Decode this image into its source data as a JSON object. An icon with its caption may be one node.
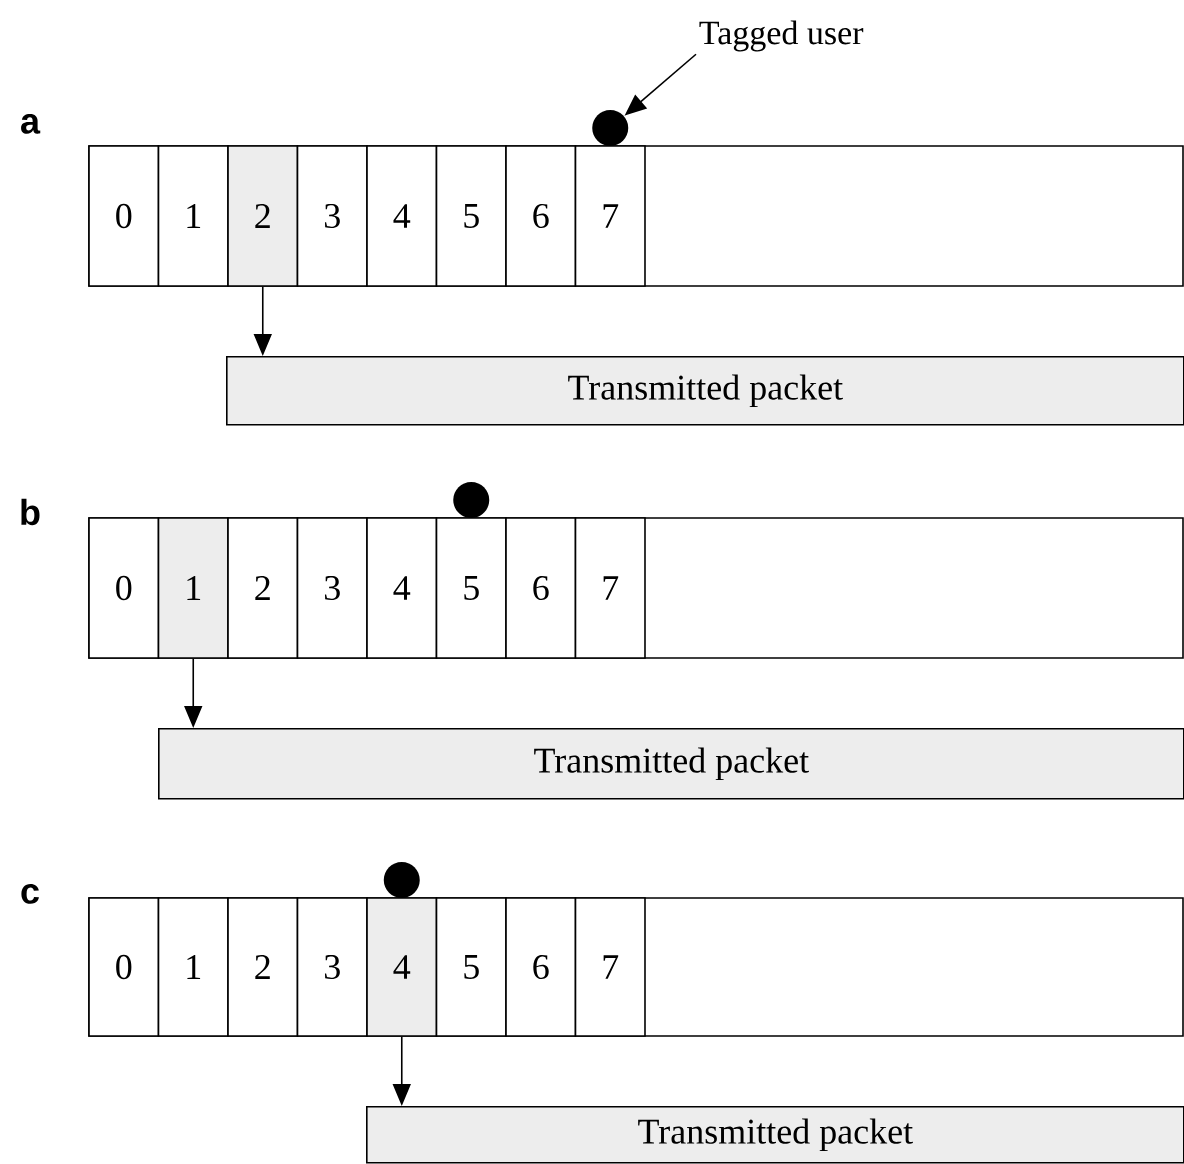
{
  "diagram": {
    "nodes": [
      {
        "text": [
          "Tagged user"
        ]
      },
      {
        "text": [],
        "shape": "circle"
      },
      {
        "text": [
          "0"
        ]
      },
      {
        "text": [
          "1"
        ]
      },
      {
        "text": [
          "2"
        ]
      },
      {
        "text": [
          "3"
        ]
      },
      {
        "text": [
          "4"
        ]
      },
      {
        "text": [
          "5"
        ]
      },
      {
        "text": [
          "6"
        ]
      },
      {
        "text": [
          "7"
        ]
      },
      {
        "text": [
          "Transmitted packet"
        ]
      },
      {
        "text": [],
        "shape": "circle"
      },
      {
        "text": [
          "0"
        ]
      },
      {
        "text": [
          "1"
        ]
      },
      {
        "text": [
          "2"
        ]
      },
      {
        "text": [
          "3"
        ]
      },
      {
        "text": [
          "4"
        ]
      },
      {
        "text": [
          "5"
        ]
      },
      {
        "text": [
          "6"
        ]
      },
      {
        "text": [
          "7"
        ]
      },
      {
        "text": [
          "Transmitted packet"
        ]
      },
      {
        "text": [],
        "shape": "circle"
      },
      {
        "text": [
          "0"
        ]
      },
      {
        "text": [
          "1"
        ]
      },
      {
        "text": [
          "2"
        ]
      },
      {
        "text": [
          "3"
        ]
      },
      {
        "text": [
          "4"
        ]
      },
      {
        "text": [
          "5"
        ]
      },
      {
        "text": [
          "6"
        ]
      },
      {
        "text": [
          "7"
        ]
      },
      {
        "text": [
          "Transmitted packet"
        ]
      }
    ],
    "edges": [
      {
        "from": 0,
        "to": 1,
        "arrow": "to"
      },
      {
        "from": 4,
        "to": 10,
        "arrow": "to"
      },
      {
        "from": 13,
        "to": 20,
        "arrow": "to"
      },
      {
        "from": 26,
        "to": 30,
        "arrow": "to"
      }
    ],
    "labels": [
      "a",
      "b",
      "c"
    ]
  }
}
